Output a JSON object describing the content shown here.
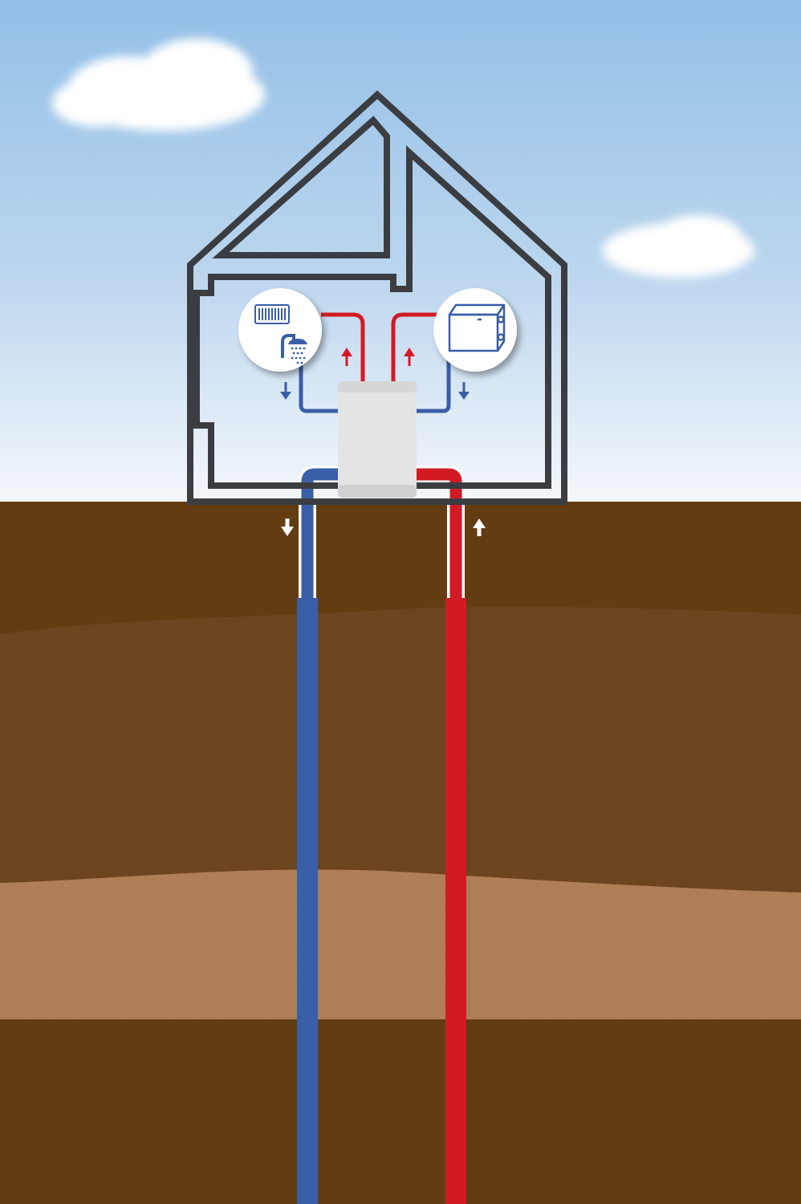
{
  "scene": {
    "type": "ground-source-heat-pump-diagram",
    "colors": {
      "sky_top": "#93bfe6",
      "sky_bottom": "#f4f7fb",
      "soil_top": "#633c12",
      "soil_textured": "#6f4620",
      "soil_light": "#b08058",
      "soil_bottom": "#633c12",
      "house_outline": "#3a3d42",
      "pipe_cold": "#3a5ea8",
      "pipe_hot": "#d21a24",
      "arrow_white": "#ffffff",
      "unit_body": "#e4e4e4",
      "icon_circle": "#ffffff"
    },
    "icons": {
      "left_circle": [
        "radiator-icon",
        "shower-icon"
      ],
      "right_circle": [
        "heat-pump-unit-icon"
      ]
    },
    "flow": {
      "ground_left_arrow": "down",
      "ground_right_arrow": "up",
      "house_left_return_arrow": "down",
      "house_left_supply_arrow": "up",
      "house_right_supply_arrow": "up",
      "house_right_return_arrow": "down"
    }
  }
}
